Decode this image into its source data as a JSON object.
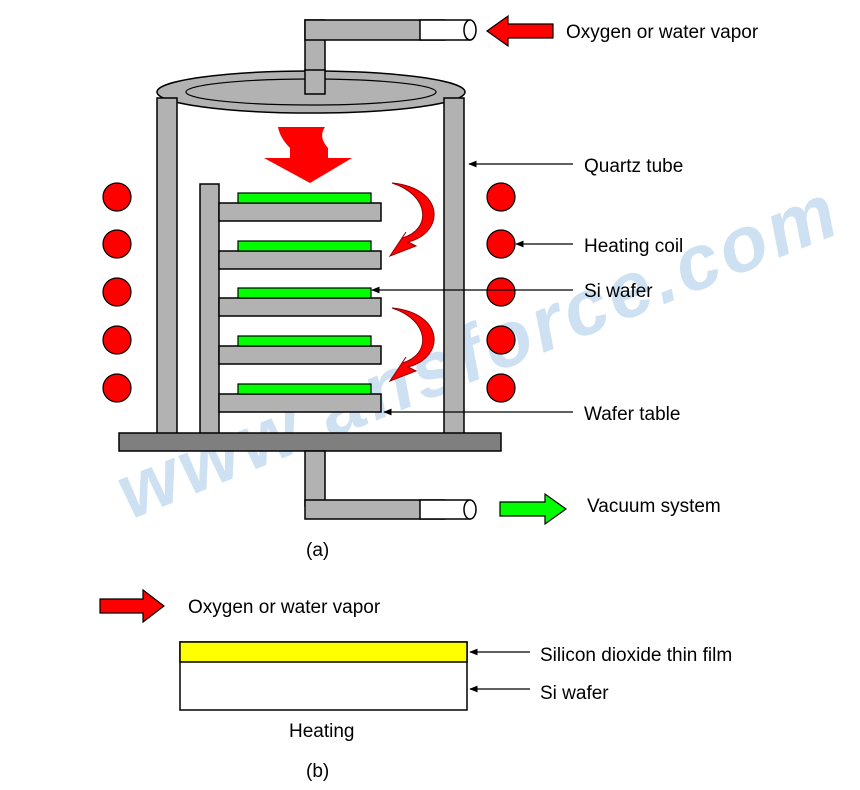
{
  "labels": {
    "gas_in_a": "Oxygen or water vapor",
    "quartz_tube": "Quartz tube",
    "heating_coil": "Heating coil",
    "si_wafer_a": "Si wafer",
    "wafer_table": "Wafer table",
    "vacuum_system": "Vacuum system",
    "caption_a": "(a)",
    "gas_in_b": "Oxygen or water vapor",
    "oxide_film": "Silicon dioxide thin film",
    "si_wafer_b": "Si wafer",
    "heating": "Heating",
    "caption_b": "(b)"
  },
  "watermark": "www.ansforce.com",
  "colors": {
    "tube_gray": "#b2b2b2",
    "base_gray": "#7f7f7f",
    "coil_red": "#ff0000",
    "wafer_green": "#00ff00",
    "oxide_yellow": "#ffff00",
    "outline": "#000000"
  }
}
